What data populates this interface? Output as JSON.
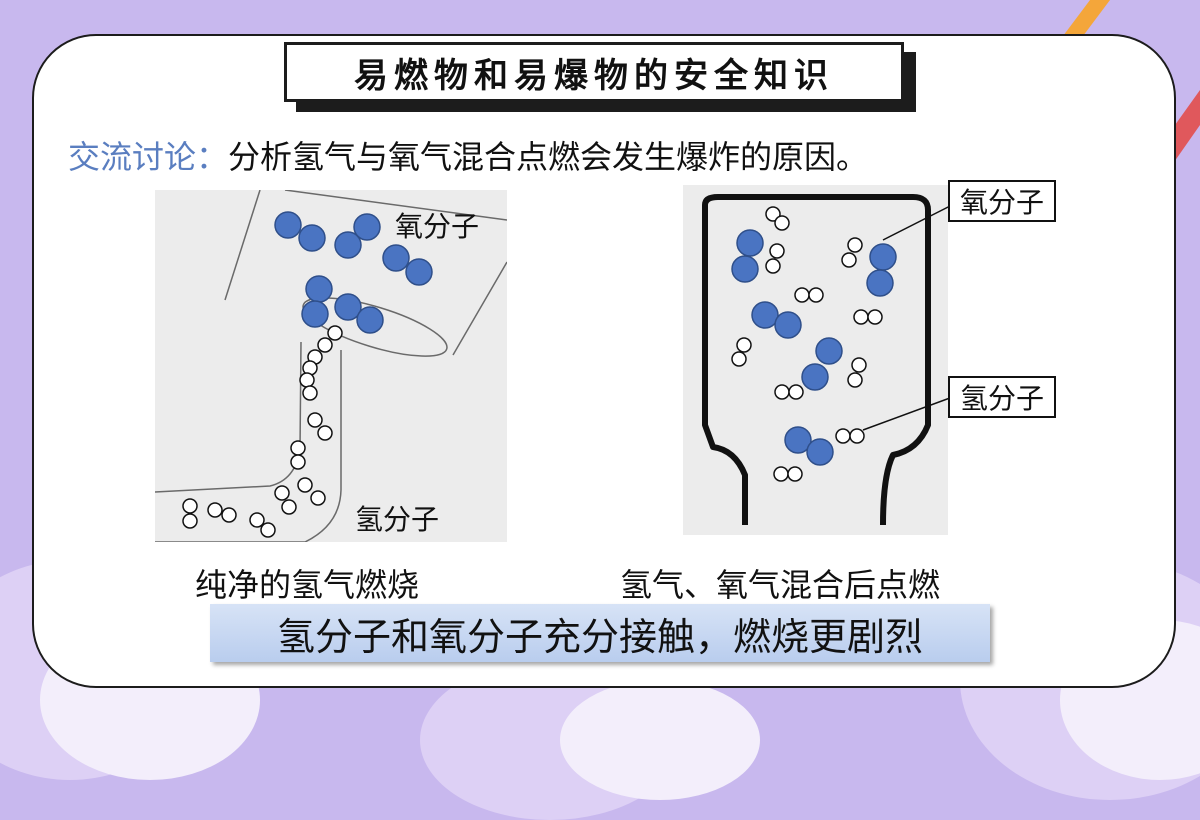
{
  "slide": {
    "title": "易燃物和易爆物的安全知识",
    "discussion_lead": "交流讨论：",
    "discussion_question": "分析氢气与氧气混合点燃会发生爆炸的原因。",
    "left_panel": {
      "oxygen_label": "氧分子",
      "hydrogen_label": "氢分子",
      "caption": "纯净的氢气燃烧"
    },
    "right_panel": {
      "oxygen_label": "氧分子",
      "hydrogen_label": "氢分子",
      "caption": "氢气、氧气混合后点燃"
    },
    "conclusion": "氢分子和氧分子充分接触，燃烧更剧烈"
  },
  "colors": {
    "oxygen_molecule": "#4a74c2",
    "discussion_lead": "#5a7ec0",
    "background": "#c8b8ee"
  }
}
